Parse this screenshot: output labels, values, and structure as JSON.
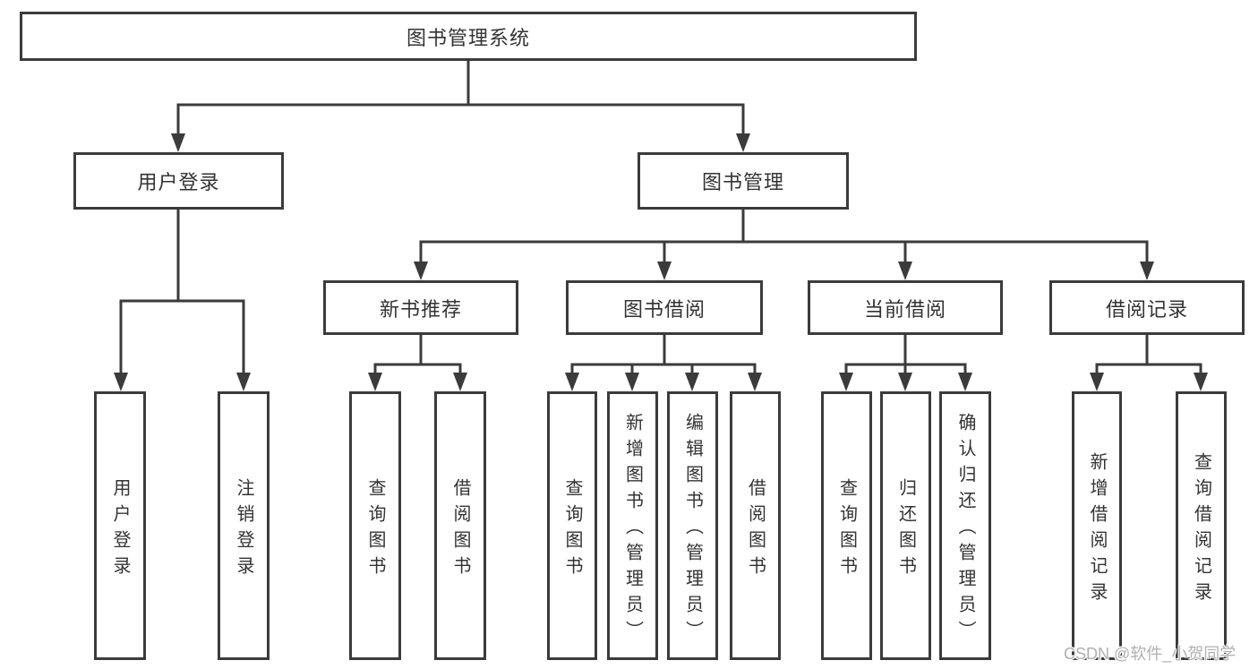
{
  "root": {
    "label": "图书管理系统"
  },
  "level2": [
    {
      "label": "用户登录"
    },
    {
      "label": "图书管理"
    }
  ],
  "level3": [
    {
      "label": "新书推荐"
    },
    {
      "label": "图书借阅"
    },
    {
      "label": "当前借阅"
    },
    {
      "label": "借阅记录"
    }
  ],
  "level4": {
    "user_login": [
      "用户登录",
      "注销登录"
    ],
    "new_book": [
      "查询图书",
      "借阅图书"
    ],
    "borrow": [
      "查询图书",
      "新增图书（管理员）",
      "编辑图书（管理员）",
      "借阅图书"
    ],
    "current": [
      "查询图书",
      "归还图书",
      "确认归还（管理员）"
    ],
    "records": [
      "新增借阅记录",
      "查询借阅记录"
    ]
  },
  "watermark": "CSDN @软件_小贺同学",
  "colors": {
    "line": "#3b3b3b",
    "text": "#333333",
    "background": "#ffffff",
    "watermark": "#b0b0b0"
  }
}
